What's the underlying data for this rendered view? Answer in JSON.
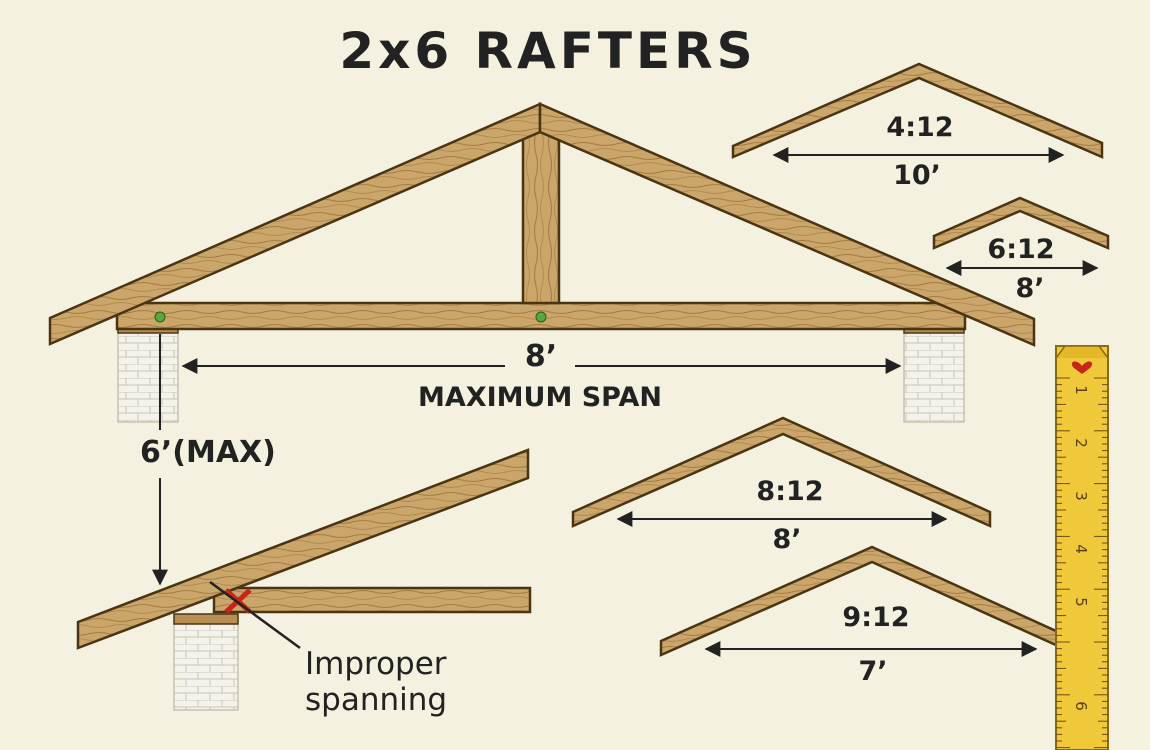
{
  "title": "2x6 RAFTERS",
  "main_truss": {
    "span_label": "8’",
    "span_caption": "MAXIMUM SPAN"
  },
  "overhang": {
    "label": "6’(MAX)",
    "warning": [
      "Improper",
      "spanning"
    ]
  },
  "pitch_examples": [
    {
      "pitch": "4:12",
      "span": "10’"
    },
    {
      "pitch": "6:12",
      "span": "8’"
    },
    {
      "pitch": "8:12",
      "span": "8’"
    },
    {
      "pitch": "9:12",
      "span": "7’"
    }
  ],
  "ruler": {
    "numbers": [
      "1",
      "2",
      "3",
      "4",
      "5",
      "6"
    ]
  },
  "colors": {
    "background": "#f5f1e1",
    "wood": "#c9a56a",
    "wood_edge": "#4a3412",
    "wall": "#f3f1e8",
    "tape": "#f0c93a",
    "warning_mark": "#c8241b"
  }
}
